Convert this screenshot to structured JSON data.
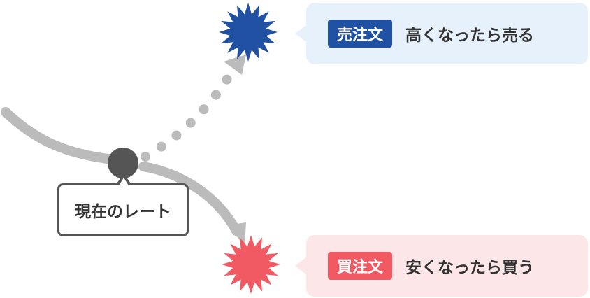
{
  "sell_order": {
    "tag": "売注文",
    "text": "高くなったら売る",
    "color": "#2151a3"
  },
  "buy_order": {
    "tag": "買注文",
    "text": "安くなったら買う",
    "color": "#f25a63"
  },
  "current_rate": {
    "label": "現在のレート",
    "marker_color": "#555555"
  },
  "path_color": "#bbbbbb"
}
